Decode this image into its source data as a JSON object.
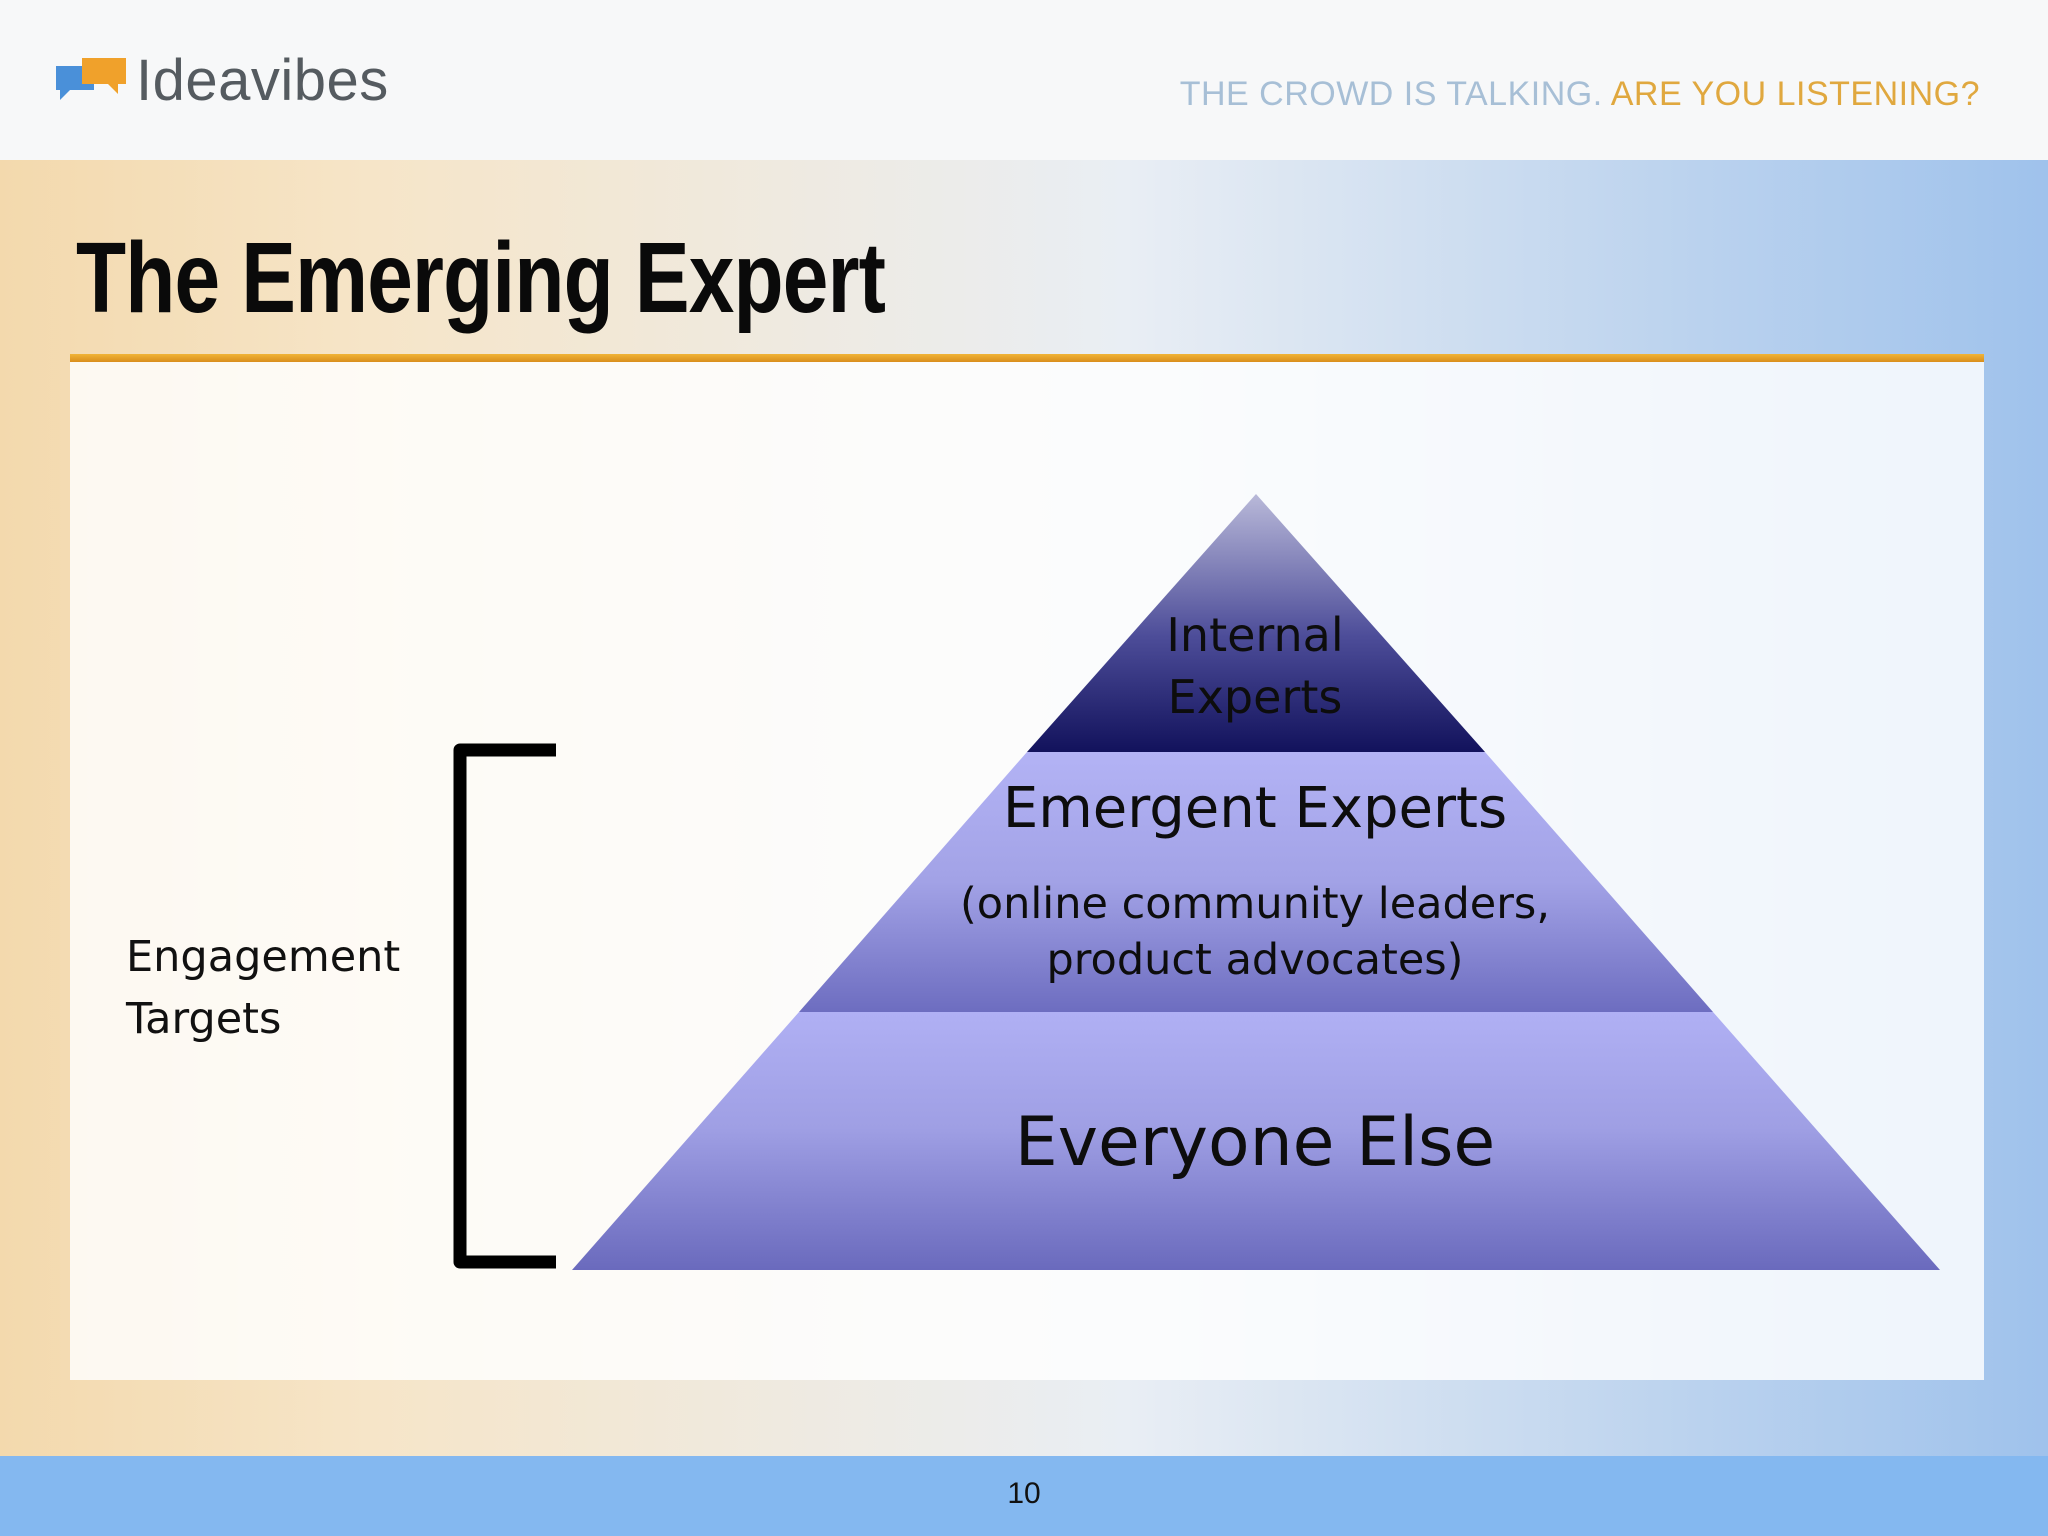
{
  "header": {
    "brand": "Ideavibes",
    "tagline_part1": "THE CROWD IS TALKING.",
    "tagline_part2": "ARE YOU LISTENING?",
    "logo_icon": "speech-bubbles-icon"
  },
  "slide": {
    "title": "The Emerging Expert",
    "page_number": "10"
  },
  "pyramid": {
    "tiers": [
      {
        "label": "Internal Experts",
        "line1": "Internal",
        "line2": "Experts"
      },
      {
        "label": "Emergent Experts",
        "sublabel_line1": "(online community leaders,",
        "sublabel_line2": "product advocates)"
      },
      {
        "label": "Everyone Else"
      }
    ]
  },
  "bracket": {
    "label_line1": "Engagement",
    "label_line2": "Targets"
  },
  "colors": {
    "accent_orange": "#e9a32c",
    "footer_blue": "#84b8f0",
    "tier_top_dark": "#15155f",
    "tier_light": "#adadf2",
    "tier_mid": "#6f6fc2"
  }
}
